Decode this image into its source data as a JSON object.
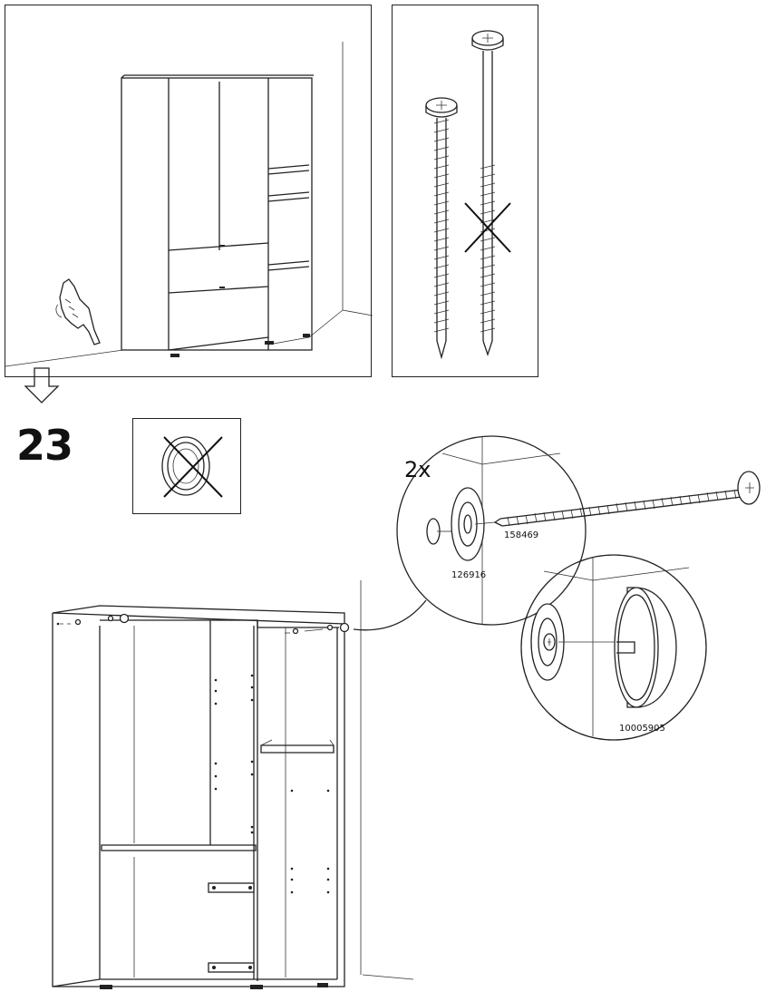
{
  "step": {
    "number": "23"
  },
  "callout": {
    "quantity": "2x"
  },
  "parts": {
    "screw": "158469",
    "washer": "126916",
    "cap": "10005905"
  },
  "icons": {
    "hand": "pointing-hand-icon",
    "down_arrow": "down-arrow-icon",
    "prohibited": "cross-out-icon"
  },
  "colors": {
    "line": "#222222",
    "background": "#ffffff"
  }
}
